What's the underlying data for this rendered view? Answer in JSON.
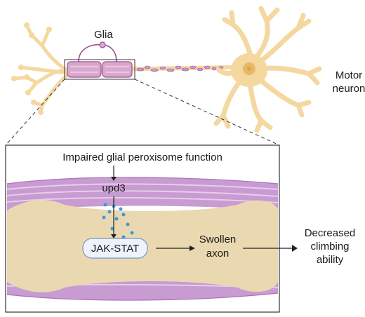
{
  "labels": {
    "glia": "Glia",
    "motor_neuron_line1": "Motor",
    "motor_neuron_line2": "neuron",
    "impaired": "Impaired glial peroxisome function",
    "upd3": "upd3",
    "jak_stat": "JAK-STAT",
    "swollen_line1": "Swollen",
    "swollen_line2": "axon",
    "decreased_line1": "Decreased",
    "decreased_line2": "climbing",
    "decreased_line3": "ability"
  },
  "colors": {
    "neuron": "#f5d7a0",
    "neuron_outline": "#e6bd78",
    "nucleus": "#e8b866",
    "glia": "#d9a8cf",
    "glia_outline": "#9a4f8a",
    "myelin": "#c89bd2",
    "myelin_stripe": "#e7cdea",
    "axon_swollen": "#ead9b0",
    "vesicle": "#3b9ad9",
    "jak_fill": "#eef3fb",
    "jak_stroke": "#7b94c4"
  }
}
